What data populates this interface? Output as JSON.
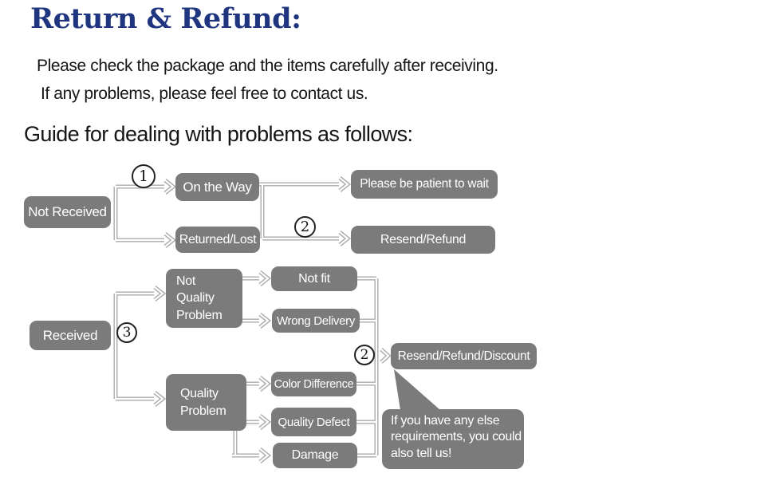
{
  "header": {
    "title": "Return & Refund:",
    "intro": [
      "Please check the package and the items carefully after receiving.",
      "If any problems, please feel free to contact us."
    ],
    "guide_heading": "Guide for dealing with problems as follows:"
  },
  "colors": {
    "title_navy": "#1f357f",
    "node_gray": "#7b7b7b",
    "node_text": "#ffffff",
    "connector_gray": "#ababab",
    "marker_ink": "#222222"
  },
  "flowchart": {
    "markers": {
      "step1": "1",
      "step2_top": "2",
      "step3": "3",
      "step2_bottom": "2"
    },
    "nodes": {
      "not_received": "Not Received",
      "on_the_way": "On the Way",
      "returned_lost": "Returned/Lost",
      "please_wait": "Please be patient to wait",
      "resend_refund": "Resend/Refund",
      "received": "Received",
      "not_quality_problem": "Not\nQuality\nProblem",
      "quality_problem": "Quality\nProblem",
      "not_fit": "Not fit",
      "wrong_delivery": "Wrong Delivery",
      "color_difference": "Color Difference",
      "quality_defect": "Quality Defect",
      "damage": "Damage",
      "resend_refund_discount": "Resend/Refund/Discount",
      "note_bubble": "If you have any else\nrequirements, you could\nalso tell us!"
    }
  }
}
